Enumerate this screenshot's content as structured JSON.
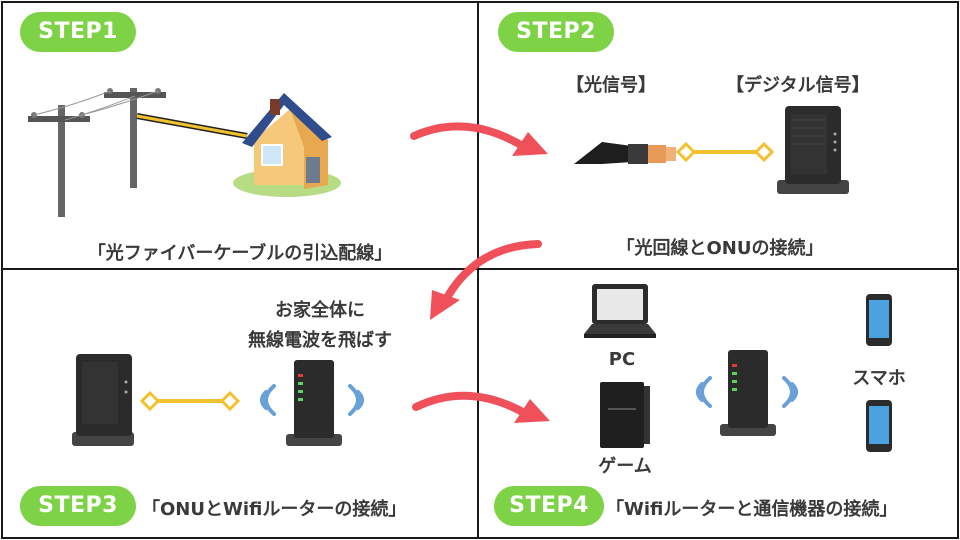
{
  "steps": [
    {
      "badge": "STEP1",
      "caption": "「光ファイバーケーブルの引込配線」"
    },
    {
      "badge": "STEP2",
      "caption": "「光回線とONUの接続」",
      "signal_optical": "【光信号】",
      "signal_digital": "【デジタル信号】"
    },
    {
      "badge": "STEP3",
      "caption": "「ONUとWifiルーターの接続」",
      "note_line1": "お家全体に",
      "note_line2": "無線電波を飛ばす"
    },
    {
      "badge": "STEP4",
      "caption": "「Wifiルーターと通信機器の接続」",
      "device_pc": "PC",
      "device_game": "ゲーム",
      "device_phone": "スマホ"
    }
  ],
  "colors": {
    "badge": "#7dd246",
    "arrow": "#f0505a",
    "cable": "#f2c12e",
    "wifi_waves": "#6aa0d8",
    "device_dark": "#2b2b2b",
    "led_green": "#5fd35f",
    "led_red": "#e23a3a"
  },
  "icons": [
    "utility-pole-icon",
    "house-icon",
    "fiber-cable-icon",
    "onu-icon",
    "router-icon",
    "wifi-waves-icon",
    "laptop-icon",
    "game-console-icon",
    "smartphone-icon",
    "curved-arrow-icon"
  ]
}
